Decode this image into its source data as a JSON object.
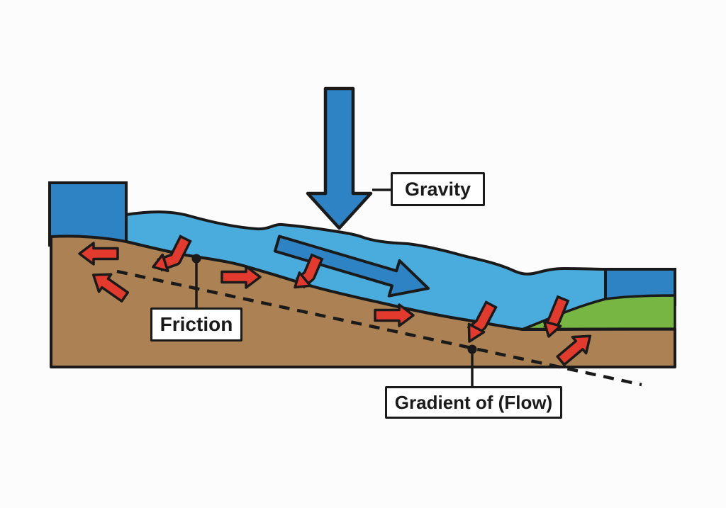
{
  "diagram": {
    "labels": {
      "gravity": "Gravity",
      "friction": "Friction",
      "gradient": "Gradient of (Flow)"
    },
    "colors": {
      "page_bg": "#fcfcfc",
      "dark_blue": "#2e83c5",
      "light_blue": "#4aabdd",
      "green": "#77b643",
      "brown": "#ac8254",
      "red": "#e23b2e",
      "outline": "#1a1a1a",
      "label_bg": "#ffffff"
    },
    "arrows": [
      {
        "name": "gravity-arrow",
        "direction": "down",
        "color": "dark_blue",
        "label": "Gravity"
      },
      {
        "name": "flow-arrow",
        "direction": "down-right (downstream)",
        "color": "dark_blue"
      },
      {
        "name": "friction-arrow-left",
        "direction": "left",
        "color": "red"
      },
      {
        "name": "friction-arrow-up-left",
        "direction": "up-left",
        "color": "red"
      },
      {
        "name": "friction-arrow-bent-1",
        "direction": "down-left",
        "color": "red"
      },
      {
        "name": "friction-arrow-right-1",
        "direction": "right",
        "color": "red"
      },
      {
        "name": "friction-arrow-bent-2",
        "direction": "down-left",
        "color": "red"
      },
      {
        "name": "friction-arrow-right-2",
        "direction": "right",
        "color": "red"
      },
      {
        "name": "friction-arrow-bent-3",
        "direction": "down-left",
        "color": "red"
      },
      {
        "name": "friction-arrow-bent-4",
        "direction": "down",
        "color": "red"
      },
      {
        "name": "friction-arrow-up-right",
        "direction": "up-right",
        "color": "red"
      }
    ],
    "lines": [
      {
        "name": "gradient-dashed-line",
        "style": "dashed",
        "meaning": "Gradient of (Flow)"
      }
    ]
  }
}
